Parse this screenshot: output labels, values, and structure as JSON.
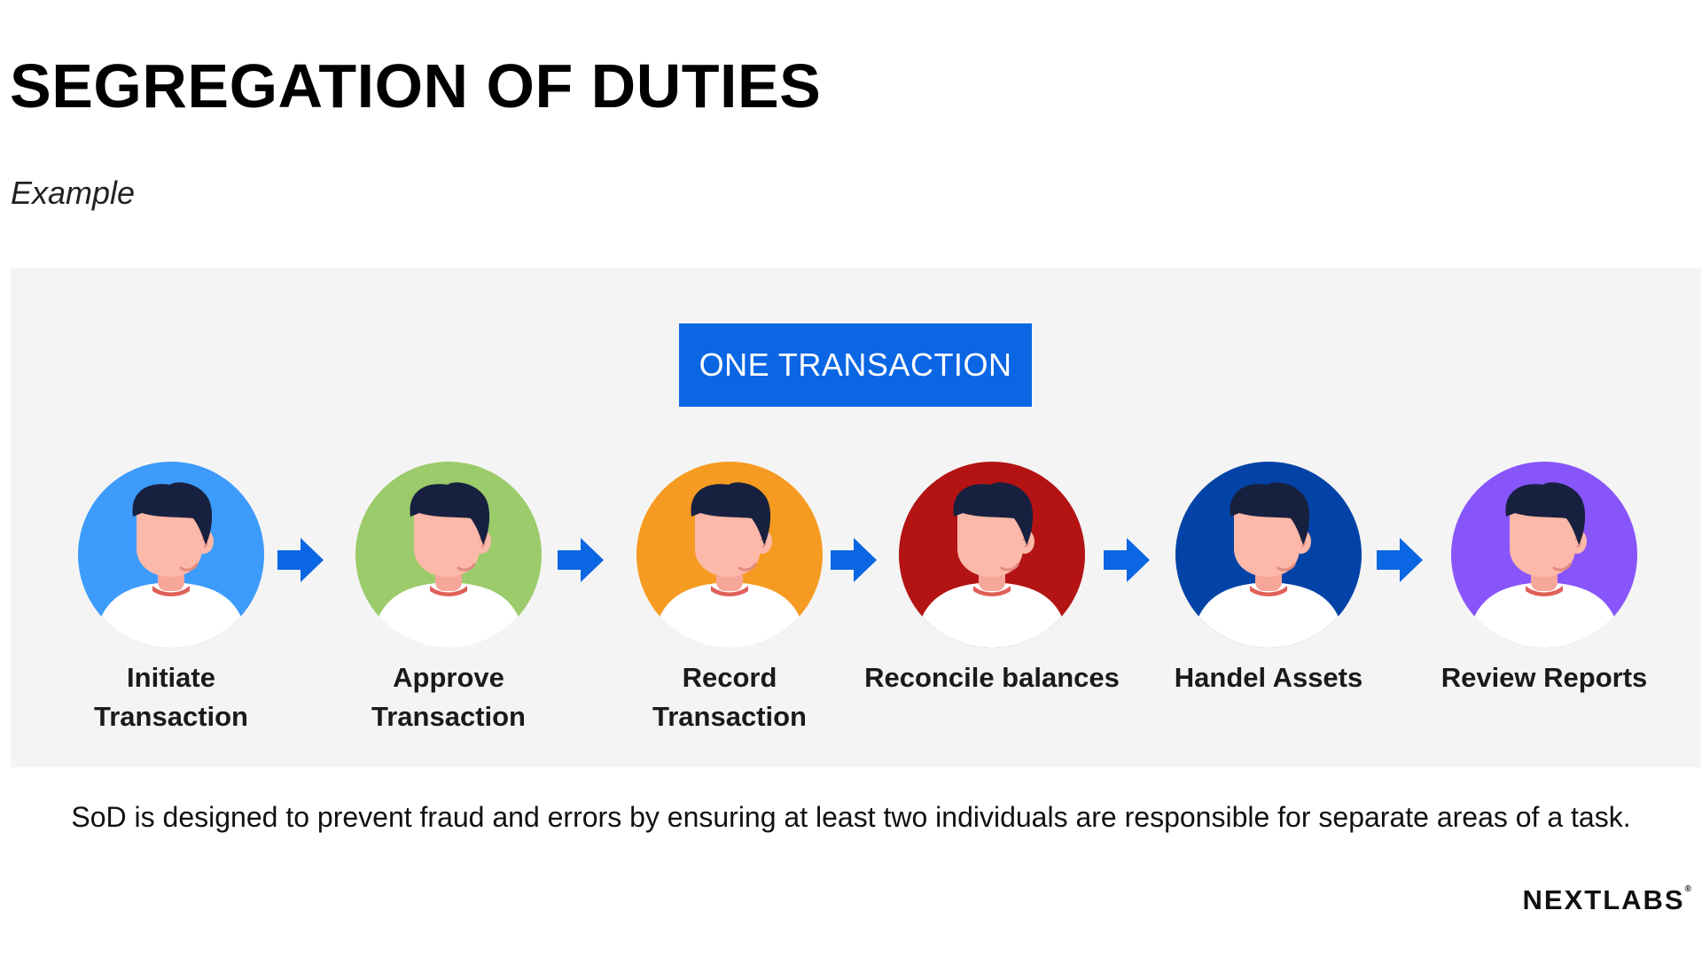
{
  "title": "SEGREGATION OF DUTIES",
  "subtitle": "Example",
  "badge": "ONE TRANSACTION",
  "steps": [
    {
      "line1": "Initiate",
      "line2": "Transaction",
      "color": "#3d9bfb"
    },
    {
      "line1": "Approve",
      "line2": "Transaction",
      "color": "#9bcb6a"
    },
    {
      "line1": "Record",
      "line2": "Transaction",
      "color": "#f69b21"
    },
    {
      "line1": "Reconcile balances",
      "line2": "",
      "color": "#b31413"
    },
    {
      "line1": "Handel Assets",
      "line2": "",
      "color": "#0343a7"
    },
    {
      "line1": "Review Reports",
      "line2": "",
      "color": "#8855fb"
    }
  ],
  "arrow_color": "#0b66e4",
  "caption": "SoD is designed to prevent fraud and errors by ensuring at least two individuals are responsible for separate areas of a task.",
  "logo": "NEXTLABS",
  "logo_mark": "®"
}
